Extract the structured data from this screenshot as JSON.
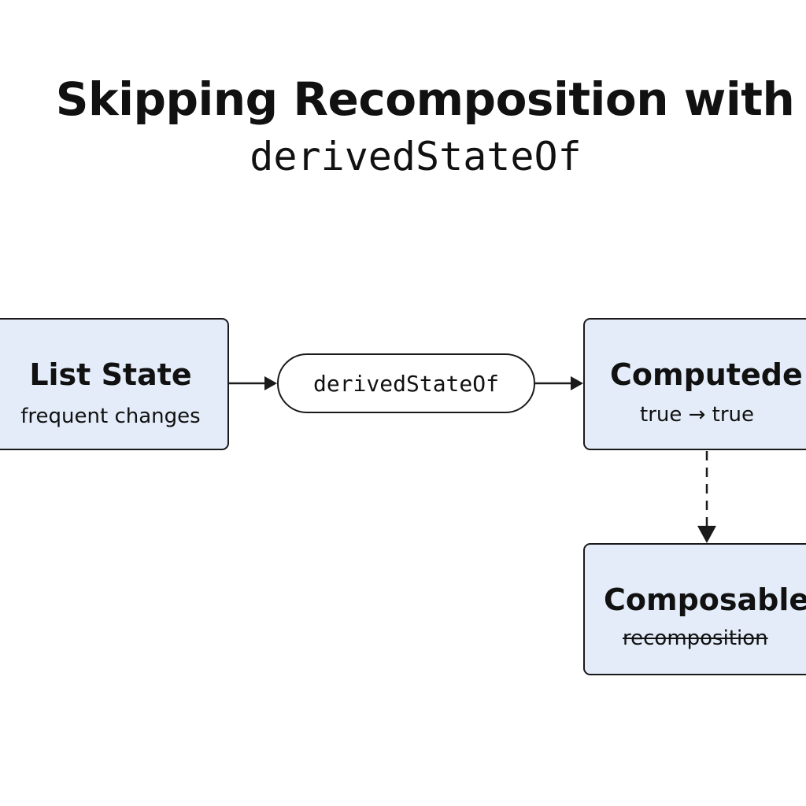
{
  "title": {
    "line1": "Skipping Recomposition with",
    "line2": "derivedStateOf"
  },
  "nodes": {
    "list_state": {
      "title": "List State",
      "subtitle": "frequent changes"
    },
    "derived": {
      "label": "derivedStateOf"
    },
    "computed": {
      "title": "Computede",
      "subtitle": "true → true"
    },
    "composable": {
      "title": "Composable",
      "subtitle": "recomposition"
    }
  },
  "colors": {
    "box_fill": "#e3ecf8",
    "stroke": "#1a1a1a",
    "background": "#ffffff"
  }
}
